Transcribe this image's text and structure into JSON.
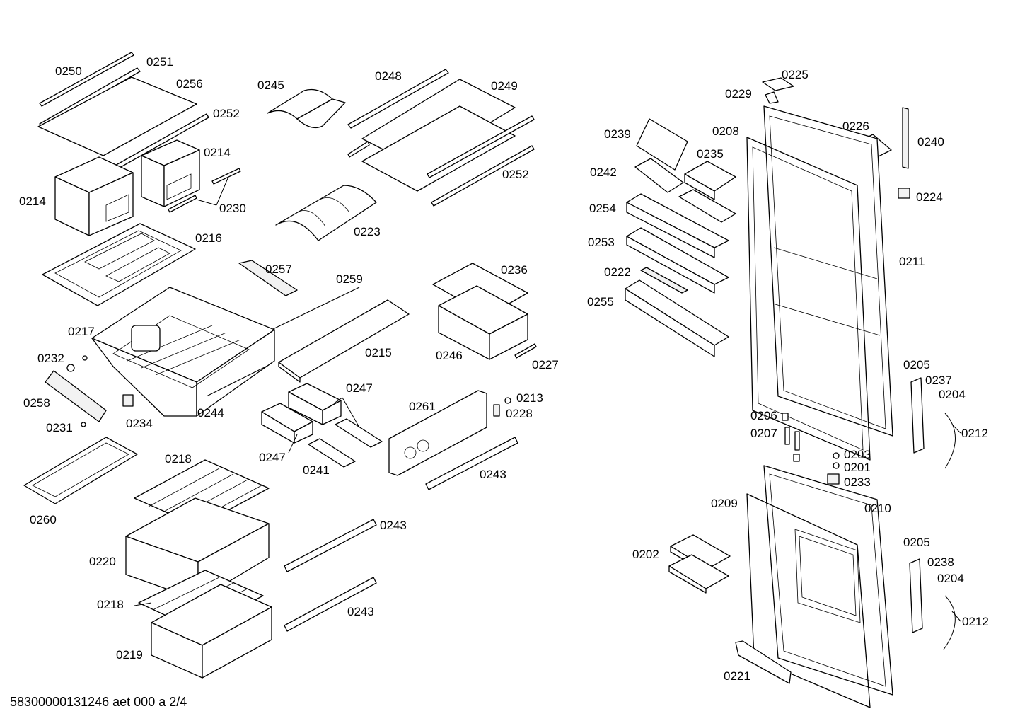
{
  "footer": "58300000131246 aet 000 a 2/4",
  "labels": {
    "l0250": "0250",
    "l0251": "0251",
    "l0256": "0256",
    "l0252a": "0252",
    "l0214a": "0214",
    "l0214b": "0214",
    "l0230": "0230",
    "l0216": "0216",
    "l0245": "0245",
    "l0248": "0248",
    "l0249": "0249",
    "l0252b": "0252",
    "l0223": "0223",
    "l0257": "0257",
    "l0259": "0259",
    "l0217": "0217",
    "l0215": "0215",
    "l0236": "0236",
    "l0246": "0246",
    "l0227": "0227",
    "l0232": "0232",
    "l0258": "0258",
    "l0231": "0231",
    "l0234": "0234",
    "l0244": "0244",
    "l0247a": "0247",
    "l0247b": "0247",
    "l0241": "0241",
    "l0261": "0261",
    "l0213": "0213",
    "l0228": "0228",
    "l0243a": "0243",
    "l0243b": "0243",
    "l0243c": "0243",
    "l0218a": "0218",
    "l0218b": "0218",
    "l0260": "0260",
    "l0220": "0220",
    "l0219": "0219",
    "l0225": "0225",
    "l0229": "0229",
    "l0226": "0226",
    "l0240": "0240",
    "l0239": "0239",
    "l0208": "0208",
    "l0235": "0235",
    "l0242": "0242",
    "l0224": "0224",
    "l0254": "0254",
    "l0253": "0253",
    "l0211": "0211",
    "l0222": "0222",
    "l0255": "0255",
    "l0205a": "0205",
    "l0237": "0237",
    "l0204a": "0204",
    "l0206": "0206",
    "l0207": "0207",
    "l0212a": "0212",
    "l0203": "0203",
    "l0201": "0201",
    "l0233": "0233",
    "l0209": "0209",
    "l0210": "0210",
    "l0205b": "0205",
    "l0202": "0202",
    "l0238": "0238",
    "l0204b": "0204",
    "l0212b": "0212",
    "l0221": "0221"
  }
}
